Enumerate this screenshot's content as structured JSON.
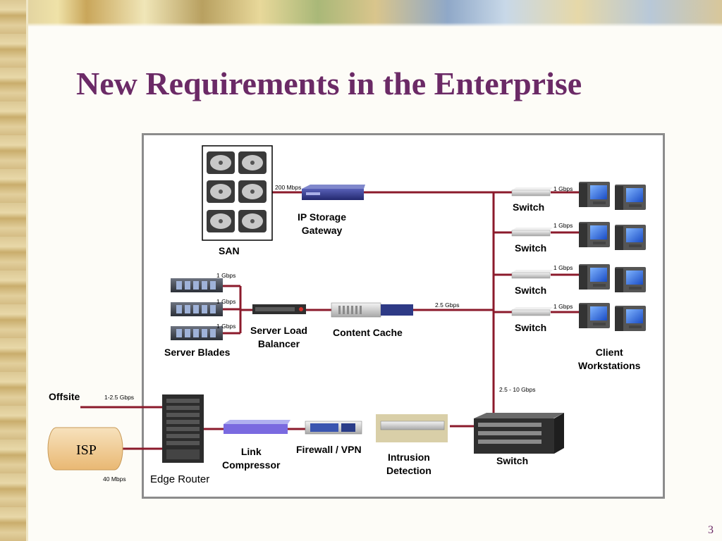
{
  "slide": {
    "title": "New Requirements in the Enterprise",
    "page_number": "3"
  },
  "diagram": {
    "nodes": {
      "san": "SAN",
      "ip_storage_gateway": "IP Storage\nGateway",
      "server_blades": "Server Blades",
      "server_load_balancer": "Server Load\nBalancer",
      "content_cache": "Content Cache",
      "switch_1": "Switch",
      "switch_2": "Switch",
      "switch_3": "Switch",
      "switch_4": "Switch",
      "client_workstations": "Client\nWorkstations",
      "offsite": "Offsite",
      "isp": "ISP",
      "edge_router": "Edge Router",
      "link_compressor": "Link\nCompressor",
      "firewall_vpn": "Firewall / VPN",
      "intrusion_detection": "Intrusion\nDetection",
      "core_switch": "Switch"
    },
    "links": {
      "san_gateway": "200 Mbps",
      "switch_1": "1 Gbps",
      "switch_2": "1 Gbps",
      "switch_3": "1 Gbps",
      "switch_4": "1 Gbps",
      "blade_1": "1 Gbps",
      "blade_2": "1 Gbps",
      "blade_3": "1 Gbps",
      "cache_backbone": "2.5 Gbps",
      "backbone_core": "2.5 - 10 Gbps",
      "offsite": "1-2.5 Gbps",
      "isp": "40 Mbps"
    },
    "colors": {
      "link": "#8b1a2b",
      "title": "#6b2a66",
      "frame_border": "#8c8c8c"
    }
  }
}
